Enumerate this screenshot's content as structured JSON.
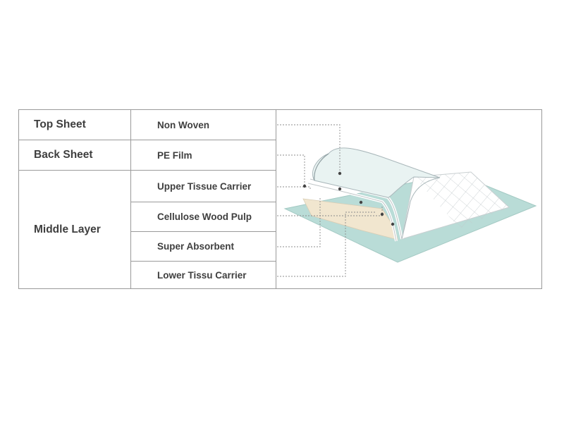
{
  "table": {
    "categories": [
      {
        "label": "Top Sheet"
      },
      {
        "label": "Back Sheet"
      },
      {
        "label": "Middle Layer"
      }
    ],
    "materials": [
      {
        "label": "Non Woven"
      },
      {
        "label": "PE Film"
      },
      {
        "label": "Upper Tissue Carrier"
      },
      {
        "label": "Cellulose Wood Pulp"
      },
      {
        "label": "Super Absorbent"
      },
      {
        "label": "Lower Tissu Carrier"
      }
    ]
  },
  "colors": {
    "border": "#9a9a9a",
    "text": "#3f3f3f",
    "back_sheet": "#b9dcd7",
    "pulp": "#f1e6cf",
    "top_sheet": "#e9f3f2",
    "leader_line": "#8c8c8c"
  }
}
